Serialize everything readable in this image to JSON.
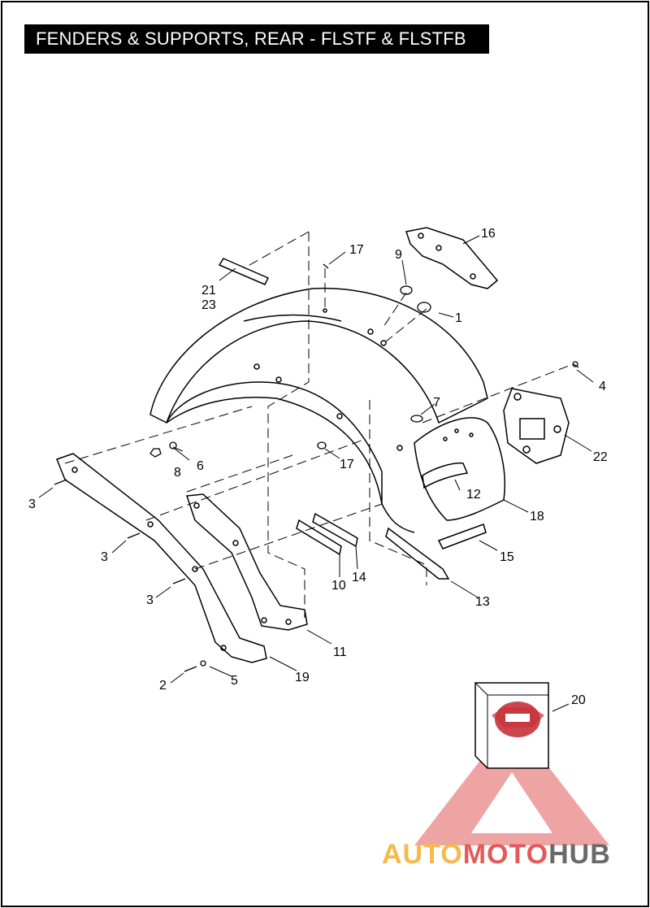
{
  "title": "FENDERS & SUPPORTS, REAR - FLSTF & FLSTFB",
  "watermark": {
    "part1": "AUTO",
    "part2": "MOTO",
    "part3": "HUB"
  },
  "colors": {
    "watermark_orange": "#f6b94a",
    "watermark_red": "#e35a5a",
    "watermark_gray": "#6a6a6a",
    "logo_red": "#c8323c"
  },
  "callouts": {
    "c1": "1",
    "c2": "2",
    "c3a": "3",
    "c3b": "3",
    "c3c": "3",
    "c4": "4",
    "c5": "5",
    "c6": "6",
    "c7": "7",
    "c8": "8",
    "c9": "9",
    "c10": "10",
    "c11": "11",
    "c12": "12",
    "c13": "13",
    "c14": "14",
    "c15": "15",
    "c16": "16",
    "c17a": "17",
    "c17b": "17",
    "c18": "18",
    "c19": "19",
    "c20": "20",
    "c21": "21",
    "c22": "22",
    "c23": "23"
  },
  "logo_icon": "genuine-parts-logo-icon"
}
